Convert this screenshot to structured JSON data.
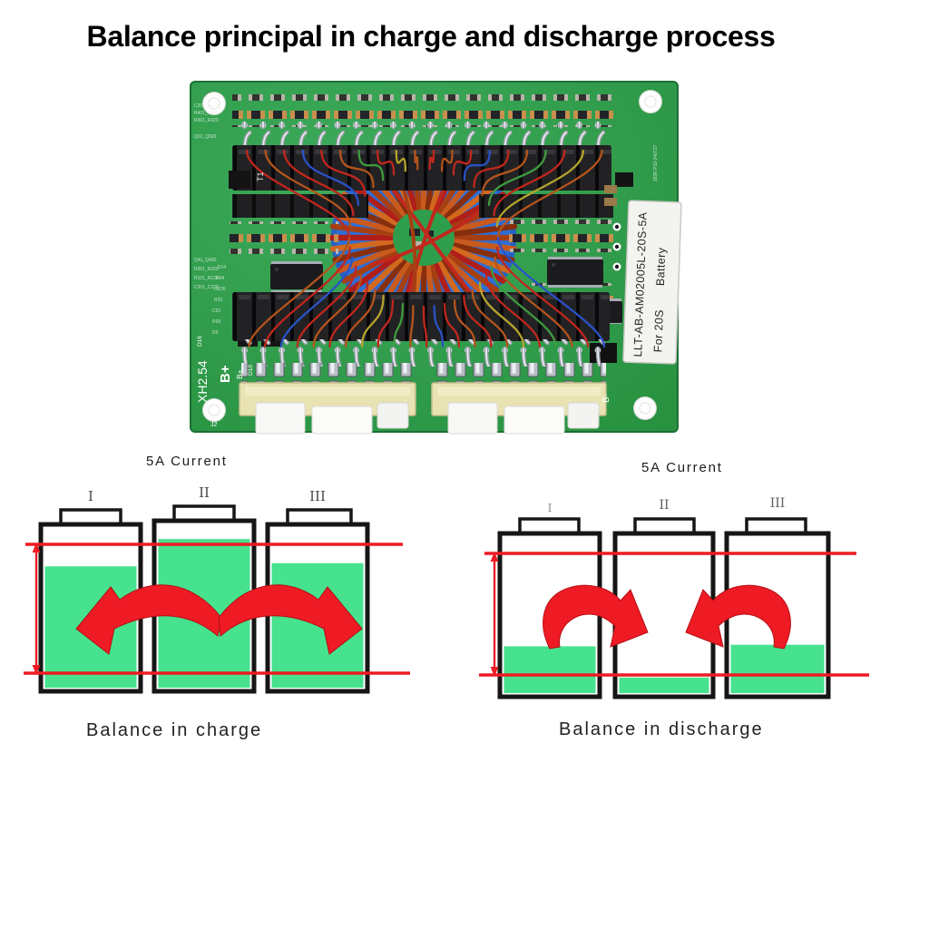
{
  "title": "Balance principal in charge and discharge process",
  "pcb": {
    "label": {
      "line1": "LLT-AB-AM02005L-20S-5A",
      "line2_left": "For 20S",
      "line2_right": "Battery"
    },
    "silkscreen": {
      "connector_standard": "XH2.54",
      "b_plus": "B+",
      "b_plus_small": "B+",
      "b_minus": "B-",
      "transformer": "T1",
      "j1": "J1",
      "j2": "J2",
      "d16": "D16",
      "d10": "D10",
      "serial": "J93R.P32-240727",
      "left_labels_top": [
        "C201_C320",
        "R401_R420",
        "R301_R320",
        "Q01_Q020"
      ],
      "left_labels_mid": [
        "Q41_Q420",
        "R201_R220",
        "R101_R120",
        "C201_C220"
      ],
      "component_refs": [
        "D14",
        "R94",
        "LED5",
        "R33",
        "C52",
        "R99",
        "D5"
      ]
    }
  },
  "charge_diagram": {
    "current_label": "5A Current",
    "caption": "Balance in charge",
    "cells": [
      {
        "label": "I",
        "fill_percent": 76
      },
      {
        "label": "II",
        "fill_percent": 91
      },
      {
        "label": "III",
        "fill_percent": 78
      }
    ]
  },
  "discharge_diagram": {
    "current_label": "5A Current",
    "caption": "Balance in discharge",
    "cells": [
      {
        "label": "I",
        "fill_percent": 30
      },
      {
        "label": "II",
        "fill_percent": 10
      },
      {
        "label": "III",
        "fill_percent": 31
      }
    ]
  },
  "colors": {
    "cell_fill_green": "#46e28e",
    "balance_red": "#ee1b24",
    "pcb_green": "#2f9e4c",
    "toroid_blue": "#2e6ed4",
    "copper": "#c95a1e",
    "label_white": "#f3f3f0"
  }
}
